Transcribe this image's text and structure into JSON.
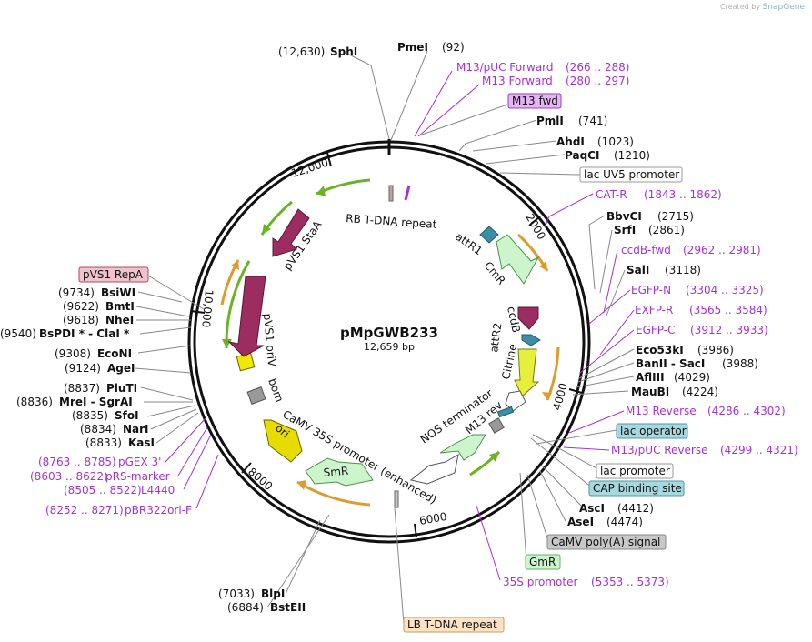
{
  "credit": {
    "prefix": "Created by",
    "brand": "SnapGene"
  },
  "plasmid": {
    "name": "pMpGWB233",
    "size": "12,659 bp"
  },
  "ticks": [
    "2000",
    "4000",
    "6000",
    "8000",
    "10,000",
    "12,000"
  ],
  "enzymes": [
    {
      "name": "SphI",
      "pos": "(12,630)"
    },
    {
      "name": "PmeI",
      "pos": "(92)"
    },
    {
      "name": "PmlI",
      "pos": "(741)"
    },
    {
      "name": "AhdI",
      "pos": "(1023)"
    },
    {
      "name": "PaqCI",
      "pos": "(1210)"
    },
    {
      "name": "BbvCI",
      "pos": "(2715)"
    },
    {
      "name": "SrfI",
      "pos": "(2861)"
    },
    {
      "name": "SalI",
      "pos": "(3118)"
    },
    {
      "name": "Eco53kI",
      "pos": "(3986)"
    },
    {
      "name": "BanII - SacI",
      "pos": "(3988)"
    },
    {
      "name": "AflIII",
      "pos": "(4029)"
    },
    {
      "name": "MauBI",
      "pos": "(4224)"
    },
    {
      "name": "AscI",
      "pos": "(4412)"
    },
    {
      "name": "AseI",
      "pos": "(4474)"
    },
    {
      "name": "BlpI",
      "pos": "(7033)"
    },
    {
      "name": "BstEII",
      "pos": "(6884)"
    },
    {
      "name": "BsiWI",
      "pos": "(9734)"
    },
    {
      "name": "BmtI",
      "pos": "(9622)"
    },
    {
      "name": "NheI",
      "pos": "(9618)"
    },
    {
      "name": "BsPDI * - ClaI *",
      "pos": "(9540)"
    },
    {
      "name": "EcoNI",
      "pos": "(9308)"
    },
    {
      "name": "AgeI",
      "pos": "(9124)"
    },
    {
      "name": "PluTI",
      "pos": "(8837)"
    },
    {
      "name": "MreI - SgrAI",
      "pos": "(8836)"
    },
    {
      "name": "SfoI",
      "pos": "(8835)"
    },
    {
      "name": "NarI",
      "pos": "(8834)"
    },
    {
      "name": "KasI",
      "pos": "(8833)"
    }
  ],
  "primers": [
    {
      "name": "M13/pUC Forward",
      "range": "(266 .. 288)"
    },
    {
      "name": "M13 Forward",
      "range": "(280 .. 297)"
    },
    {
      "name": "CAT-R",
      "range": "(1843 .. 1862)"
    },
    {
      "name": "ccdB-fwd",
      "range": "(2962 .. 2981)"
    },
    {
      "name": "EGFP-N",
      "range": "(3304 .. 3325)"
    },
    {
      "name": "EXFP-R",
      "range": "(3565 .. 3584)"
    },
    {
      "name": "EGFP-C",
      "range": "(3912 .. 3933)"
    },
    {
      "name": "M13 Reverse",
      "range": "(4286 .. 4302)"
    },
    {
      "name": "M13/pUC Reverse",
      "range": "(4299 .. 4321)"
    },
    {
      "name": "35S promoter",
      "range": "(5353 .. 5373)"
    },
    {
      "name": "pBR322ori-F",
      "range": "(8252 .. 8271)"
    },
    {
      "name": "L4440",
      "range": "(8505 .. 8522)"
    },
    {
      "name": "pRS-marker",
      "range": "(8603 .. 8622)"
    },
    {
      "name": "pGEX 3'",
      "range": "(8763 .. 8785)"
    }
  ],
  "boxed": [
    {
      "label": "M13 fwd",
      "fill": "#e3b5f5",
      "stroke": "#9b3cc4"
    },
    {
      "label": "lac UV5 promoter",
      "fill": "#ffffff",
      "stroke": "#999999"
    },
    {
      "label": "lac operator",
      "fill": "#a7d8de",
      "stroke": "#4e9aa5"
    },
    {
      "label": "lac promoter",
      "fill": "#ffffff",
      "stroke": "#999999"
    },
    {
      "label": "CAP binding site",
      "fill": "#a7d8de",
      "stroke": "#4e9aa5"
    },
    {
      "label": "CaMV poly(A) signal",
      "fill": "#c8c8c8",
      "stroke": "#888888"
    },
    {
      "label": "GmR",
      "fill": "#ccf5cc",
      "stroke": "#6ab46a"
    },
    {
      "label": "LB T-DNA repeat",
      "fill": "#fde2c4",
      "stroke": "#d39a58"
    },
    {
      "label": "pVS1 RepA",
      "fill": "#f0c2cd",
      "stroke": "#a84e66"
    }
  ],
  "features": [
    {
      "label": "RB T-DNA repeat"
    },
    {
      "label": "attR1"
    },
    {
      "label": "CmR"
    },
    {
      "label": "ccdB"
    },
    {
      "label": "attR2"
    },
    {
      "label": "Citrine"
    },
    {
      "label": "NOS terminator"
    },
    {
      "label": "M13 rev"
    },
    {
      "label": "CaMV 35S promoter (enhanced)"
    },
    {
      "label": "SmR"
    },
    {
      "label": "ori"
    },
    {
      "label": "bom"
    },
    {
      "label": "pVS1 oriV"
    },
    {
      "label": "pVS1 StaA"
    }
  ],
  "colors": {
    "backbone": "#111111",
    "primer": "#a531d6",
    "cds_green": "#ccf5cc",
    "cds_magenta": "#9b2d61",
    "cds_yellow": "#e6f03c",
    "cds_teal": "#3b8ea5",
    "orf_arrow_green": "#6ab423",
    "orf_arrow_orange": "#e09a2a"
  }
}
